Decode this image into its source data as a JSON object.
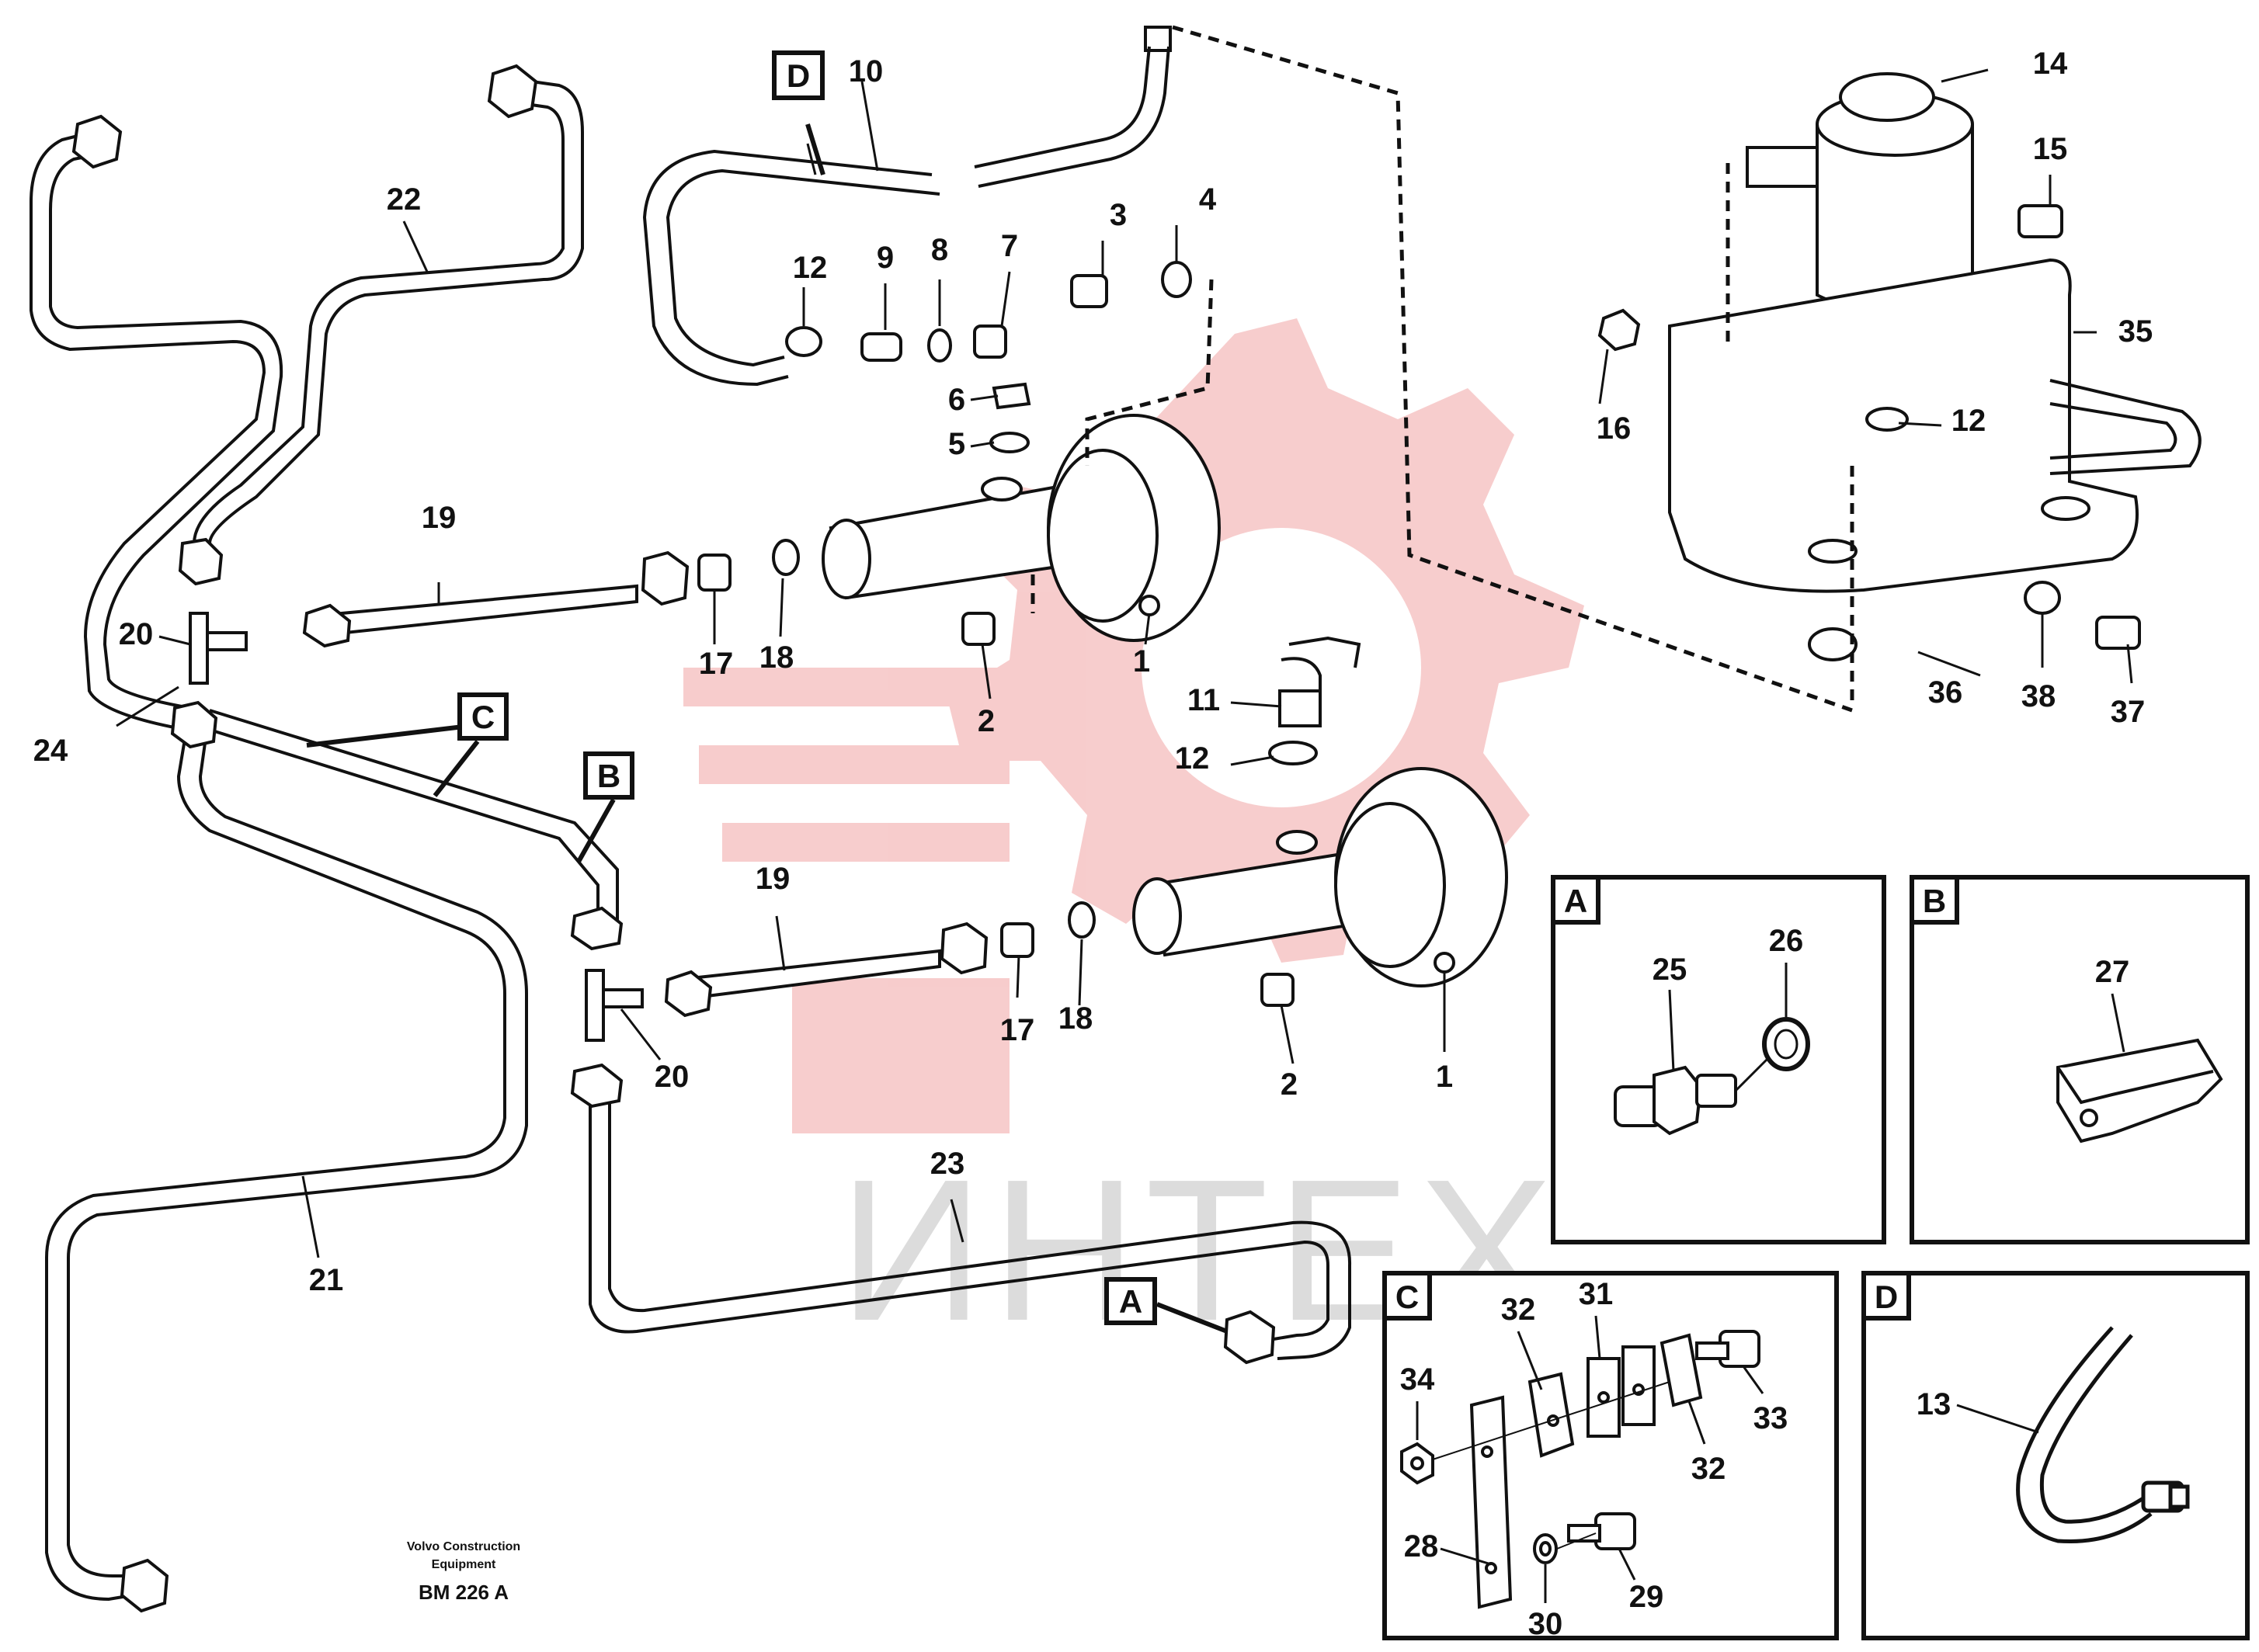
{
  "watermark": {
    "text": "ИНТЕХ",
    "logo_color": "#f6c4c4",
    "text_color": "#d9d9d9"
  },
  "ink_color": "#111111",
  "credit": {
    "line1": "Volvo Construction",
    "line2": "Equipment",
    "code": "BM 226 A"
  },
  "callouts": {
    "main_A": "A",
    "main_B": "B",
    "main_C": "C",
    "main_D": "D"
  },
  "insets": {
    "A": {
      "label": "A",
      "parts": [
        "25",
        "26"
      ]
    },
    "B": {
      "label": "B",
      "parts": [
        "27"
      ]
    },
    "C": {
      "label": "C",
      "parts": [
        "32",
        "31",
        "34",
        "33",
        "32",
        "28",
        "30",
        "29"
      ]
    },
    "D": {
      "label": "D",
      "parts": [
        "13"
      ]
    }
  },
  "part_numbers": {
    "p1a": "1",
    "p1b": "1",
    "p2a": "2",
    "p2b": "2",
    "p3": "3",
    "p4": "4",
    "p5": "5",
    "p6": "6",
    "p7": "7",
    "p8": "8",
    "p9": "9",
    "p10": "10",
    "p11": "11",
    "p12a": "12",
    "p12b": "12",
    "p12c": "12",
    "p14": "14",
    "p15": "15",
    "p16": "16",
    "p17a": "17",
    "p17b": "17",
    "p18a": "18",
    "p18b": "18",
    "p19a": "19",
    "p19b": "19",
    "p20a": "20",
    "p20b": "20",
    "p21": "21",
    "p22": "22",
    "p23": "23",
    "p24": "24",
    "p35": "35",
    "p36": "36",
    "p37": "37",
    "p38": "38",
    "p25": "25",
    "p26": "26",
    "p27": "27",
    "p13": "13",
    "p28": "28",
    "p29": "29",
    "p30": "30",
    "p31": "31",
    "p32a": "32",
    "p32b": "32",
    "p33": "33",
    "p34": "34"
  }
}
